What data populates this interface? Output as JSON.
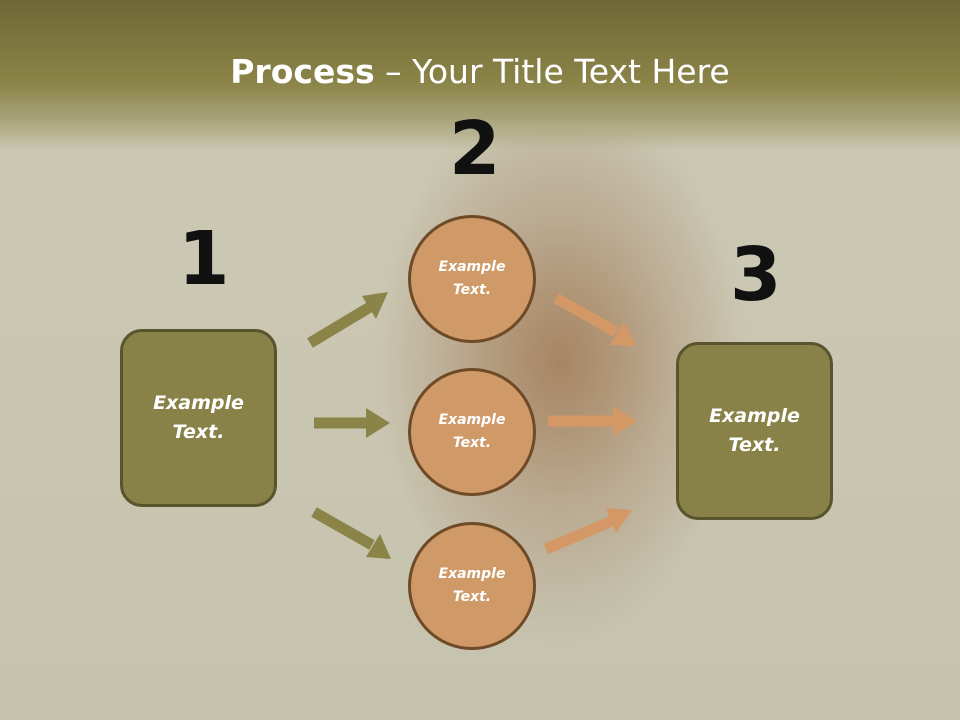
{
  "title": {
    "bold": "Process",
    "rest": " – Your Title Text Here"
  },
  "steps": {
    "one": "1",
    "two": "2",
    "three": "3"
  },
  "nodes": {
    "left": "Example\nText.",
    "mid_top": "Example\nText.",
    "mid_middle": "Example\nText.",
    "mid_bottom": "Example\nText.",
    "right": "Example\nText."
  },
  "colors": {
    "olive": "#898248",
    "olive_arrow": "#8a8448",
    "tan": "#cf9968",
    "tan_arrow": "#d39865"
  }
}
